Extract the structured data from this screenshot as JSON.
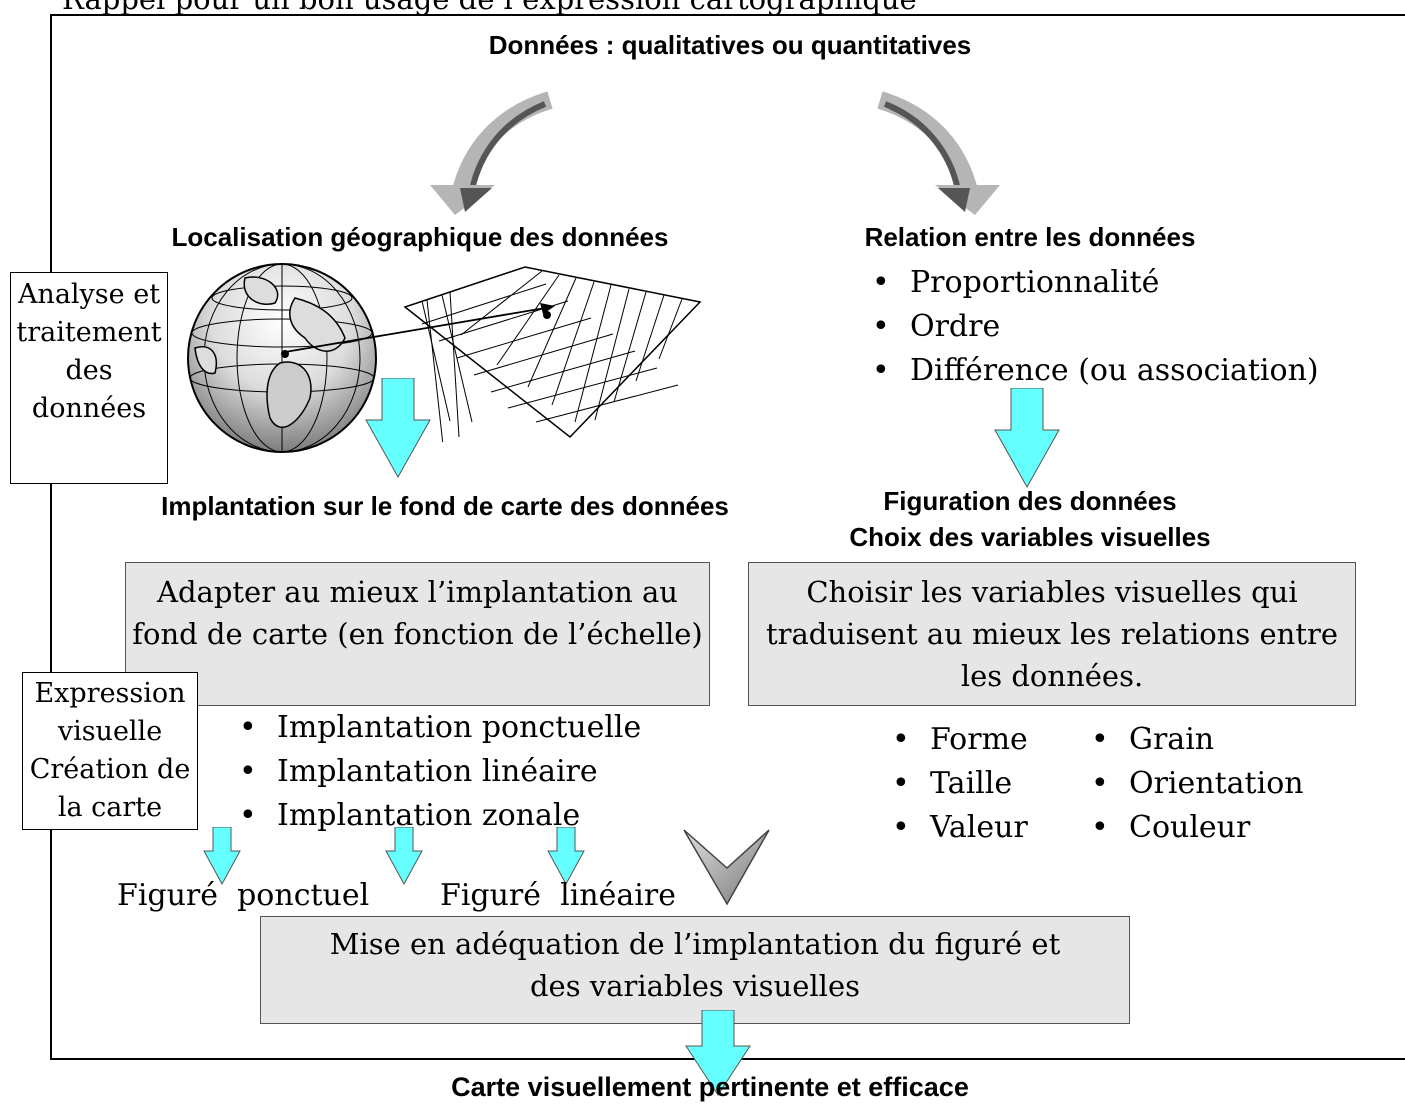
{
  "page_title": "Rappel pour un bon usage de l’expression cartographique",
  "top_heading": "Données : qualitatives ou quantitatives",
  "left": {
    "heading": "Localisation géographique des données",
    "implantation_heading": "Implantation sur le fond de carte des données",
    "box_text": "Adapter au mieux l’implantation au fond de carte (en fonction de l’échelle)",
    "items": [
      "Implantation ponctuelle",
      "Implantation linéaire",
      "Implantation zonale"
    ],
    "figure_ponctuel": "Figuré  ponctuel",
    "figure_lineaire": "Figuré  linéaire"
  },
  "right": {
    "heading": "Relation entre les données",
    "items": [
      "Proportionnalité",
      "Ordre",
      "Différence (ou association)"
    ],
    "figuration_heading": "Figuration des données",
    "choix_heading": "Choix des variables visuelles",
    "box_text": "Choisir les variables visuelles qui traduisent au mieux les relations entre les données.",
    "variables_col1": [
      "Forme",
      "Taille",
      "Valeur"
    ],
    "variables_col2": [
      "Grain",
      "Orientation",
      "Couleur"
    ]
  },
  "side_labels": {
    "analyse": "Analyse et traitement des données",
    "expression": "Expression visuelle Création de la carte"
  },
  "bottom": {
    "box_text": "Mise en adéquation de l’implantation du figuré et des variables visuelles",
    "final_heading": "Carte visuellement pertinente et efficace"
  },
  "colors": {
    "cyan_arrow": "#66ffff",
    "box_gray": "#e6e6e6",
    "curved_arrow_dark": "#555555",
    "curved_arrow_light": "#b5b5b5"
  }
}
